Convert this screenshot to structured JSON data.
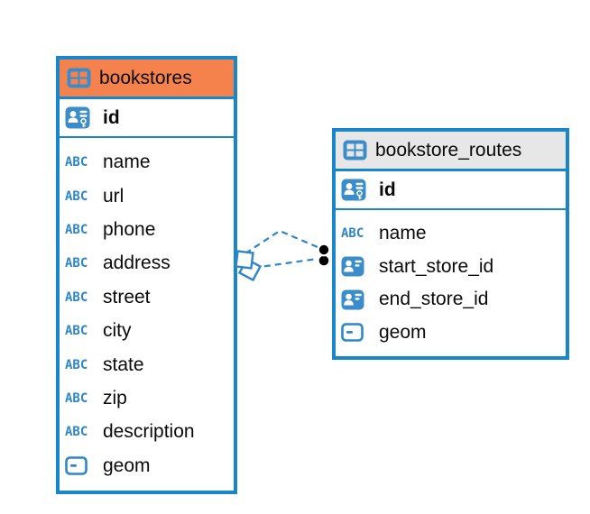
{
  "diagram": {
    "type": "entity-relationship",
    "tables": [
      {
        "name": "bookstores",
        "header_color": "#f5824d",
        "highlighted": true,
        "primary_key": {
          "name": "id",
          "icon": "primary-key-icon"
        },
        "columns": [
          {
            "name": "name",
            "icon": "text-icon"
          },
          {
            "name": "url",
            "icon": "text-icon"
          },
          {
            "name": "phone",
            "icon": "text-icon"
          },
          {
            "name": "address",
            "icon": "text-icon"
          },
          {
            "name": "street",
            "icon": "text-icon"
          },
          {
            "name": "city",
            "icon": "text-icon"
          },
          {
            "name": "state",
            "icon": "text-icon"
          },
          {
            "name": "zip",
            "icon": "text-icon"
          },
          {
            "name": "description",
            "icon": "text-icon"
          },
          {
            "name": "geom",
            "icon": "geometry-icon"
          }
        ]
      },
      {
        "name": "bookstore_routes",
        "header_color": "#e8e7e7",
        "highlighted": false,
        "primary_key": {
          "name": "id",
          "icon": "primary-key-icon"
        },
        "columns": [
          {
            "name": "name",
            "icon": "text-icon"
          },
          {
            "name": "start_store_id",
            "icon": "reference-icon"
          },
          {
            "name": "end_store_id",
            "icon": "reference-icon"
          },
          {
            "name": "geom",
            "icon": "geometry-icon"
          }
        ]
      }
    ],
    "relationships": [
      {
        "from_table": "bookstores",
        "to_table": "bookstore_routes",
        "line_style": "dashed"
      },
      {
        "from_table": "bookstores",
        "to_table": "bookstore_routes",
        "line_style": "dashed"
      }
    ]
  },
  "icons": {
    "table_label": "table-grid-icon",
    "pk_label": "user-with-key-icon",
    "reference_label": "user-card-icon",
    "geometry_label": "rounded-rect-dash-icon",
    "text_label": "ABC"
  },
  "colors": {
    "accent_blue": "#1887c9",
    "icon_blue": "#3a8dca",
    "abc_blue": "#2e86c8",
    "bookstores_header": "#f5824d",
    "routes_header": "#e8e7e7",
    "background": "#ffffff",
    "text": "#0a0a0a",
    "connector_line": "#2e86c8",
    "connector_endpoint": "#000000"
  }
}
